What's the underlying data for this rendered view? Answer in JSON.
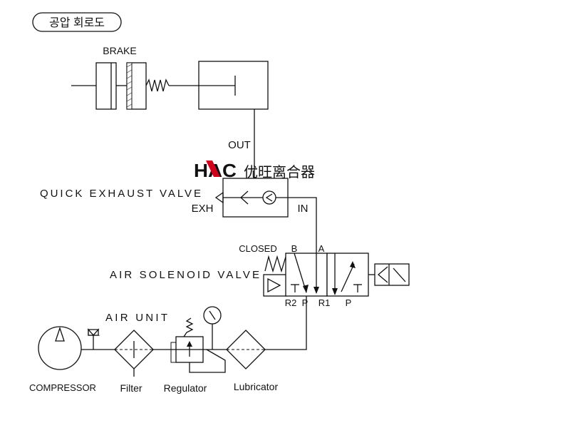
{
  "title_badge": "공압 회로도",
  "labels": {
    "brake": "BRAKE",
    "out": "OUT",
    "quick_exhaust_valve": "QUICK EXHAUST VALVE",
    "exh": "EXH",
    "in": "IN",
    "closed": "CLOSED",
    "port_b": "B",
    "port_a": "A",
    "air_solenoid_valve": "AIR SOLENOID VALVE",
    "port_r2": "R2",
    "port_p_left": "P",
    "port_r1": "R1",
    "port_p_right": "P",
    "air_unit": "AIR UNIT",
    "compressor": "COMPRESSOR",
    "filter": "Filter",
    "regulator": "Regulator",
    "lubricator": "Lubricator"
  },
  "watermark": {
    "logo_text": "HAC",
    "brand_text": "优旺离合器",
    "accent": "#d0021b"
  }
}
